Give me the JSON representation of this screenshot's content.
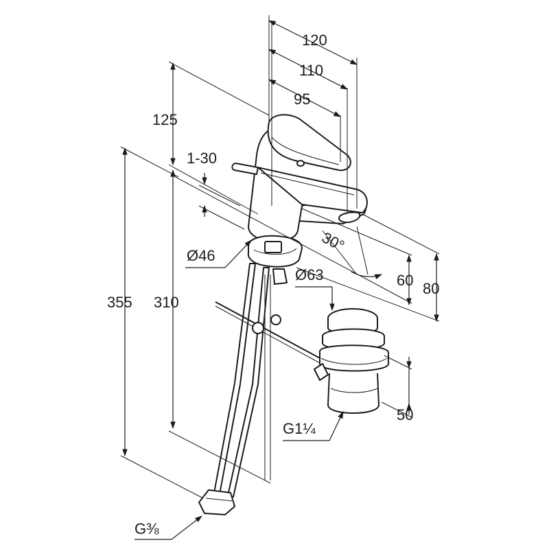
{
  "dimensions": {
    "width_120": "120",
    "width_110": "110",
    "width_95": "95",
    "height_125": "125",
    "range_1_30": "1-30",
    "dia_46": "Ø46",
    "angle_30": "30°",
    "height_60": "60",
    "height_80": "80",
    "dia_63": "Ø63",
    "height_355": "355",
    "height_310": "310",
    "height_50": "50",
    "thread_g114": "G1¼",
    "thread_g38": "G⅜"
  },
  "colors": {
    "line": "#1a1a1a",
    "background": "#ffffff"
  }
}
